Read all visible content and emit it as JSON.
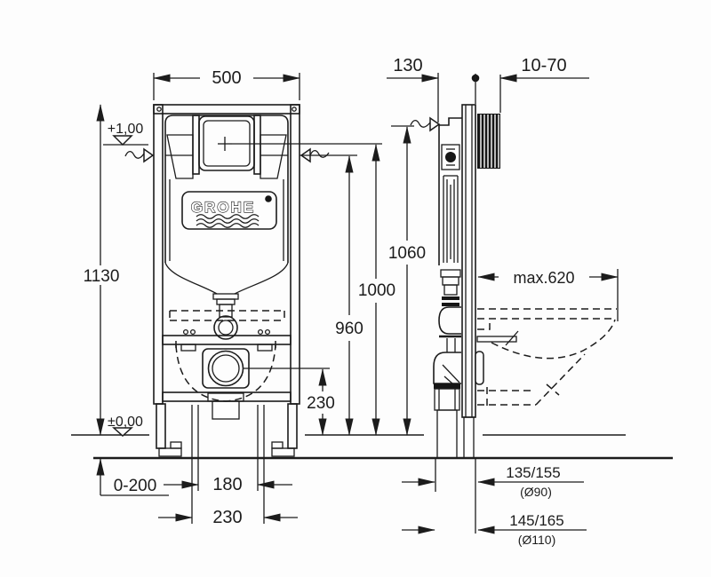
{
  "brand_plate": {
    "name": "GROHE"
  },
  "colors": {
    "ink": "#1c1c1c",
    "background": "#fdfdfd"
  },
  "front_view": {
    "frame_width": "500",
    "overall_height": "1130",
    "level_plus": "+1,00",
    "level_zero": "±0,00",
    "floor_buildup_range": "0-200",
    "spacing_inner": "180",
    "spacing_outer": "230"
  },
  "side_view": {
    "frame_depth": "130",
    "plate_depth_range": "10-70",
    "height_frame_top": "1060",
    "height_plate_center": "1000",
    "height_water_level": "960",
    "height_outlet_center": "230",
    "bowl_depth_max": "max.620",
    "drain_offset_1": "135/155",
    "drain_pipe_1": "(Ø90)",
    "drain_offset_2": "145/165",
    "drain_pipe_2": "(Ø110)"
  }
}
